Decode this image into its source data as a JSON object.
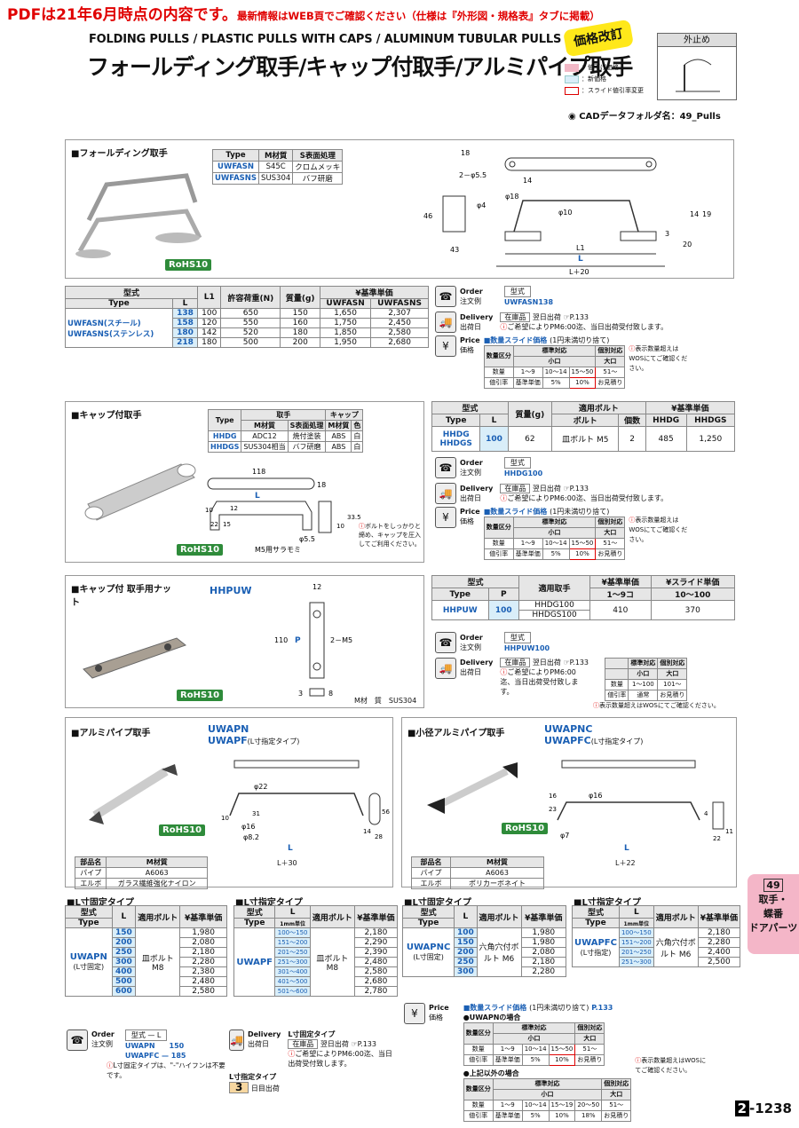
{
  "header": {
    "notice": "PDFは21年6月時点の内容です。",
    "notice_sub": "最新情報はWEB頁でご確認ください（仕様は『外形図・規格表』タブに掲載）",
    "en_title": "FOLDING PULLS / PLASTIC PULLS WITH CAPS / ALUMINUM TUBULAR PULLS",
    "jp_title": "フォールディング取手/キャップ付取手/アルミパイプ取手",
    "badge": "価格改訂",
    "legend": [
      "：値下げ価格",
      "：新価格",
      "：スライド値引率変更"
    ],
    "ext_label": "外止め",
    "cad": "CADデータフォルダ名：49_Pulls",
    "colors": {
      "red": "#e00000",
      "pink": "#f2b8c6",
      "blue": "#d9eef9",
      "green": "#2e8b3a"
    }
  },
  "s1": {
    "title": "■フォールディング取手",
    "rohs": "RoHS10",
    "mat": {
      "h": [
        "Type",
        "M材質",
        "S表面処理"
      ],
      "rows": [
        [
          "UWFASN",
          "S45C",
          "クロムメッキ"
        ],
        [
          "UWFASNS",
          "SUS304",
          "バフ研磨"
        ]
      ]
    },
    "dims": [
      "18",
      "2－φ5.5",
      "14",
      "φ4",
      "φ18",
      "φ10",
      "46",
      "14",
      "19",
      "43",
      "3",
      "20",
      "L1",
      "L",
      "L＋20"
    ],
    "tbl": {
      "h1": [
        "型式",
        "L1",
        "許容荷重(N)",
        "質量(g)",
        "¥基準単価"
      ],
      "h2": [
        "Type",
        "L",
        "UWFASN",
        "UWFASNS"
      ],
      "types": [
        "UWFASN(スチール)",
        "UWFASNS(ステンレス)"
      ],
      "rows": [
        [
          "138",
          "100",
          "650",
          "150",
          "1,650",
          "2,307"
        ],
        [
          "158",
          "120",
          "550",
          "160",
          "1,750",
          "2,450"
        ],
        [
          "180",
          "142",
          "520",
          "180",
          "1,850",
          "2,580"
        ],
        [
          "218",
          "180",
          "500",
          "200",
          "1,950",
          "2,680"
        ]
      ]
    },
    "order": {
      "label": "Order",
      "jp": "注文例",
      "h": "型式",
      "ex": "UWFASN138"
    },
    "delivery": {
      "label": "Delivery",
      "jp": "出荷日",
      "stock": "在庫品",
      "ship": "翌日出荷",
      "ref": "P.133",
      "note": "ご希望によりPM6:00迄、当日出荷受付致します。"
    },
    "price": {
      "label": "Price",
      "jp": "価格",
      "title": "■数量スライド価格",
      "title_note": "(1円未満切り捨て)",
      "h1": [
        "数量区分",
        "標準対応",
        "個別対応"
      ],
      "h2": [
        "小口",
        "大口"
      ],
      "qty_label": "数量",
      "qty": [
        "1～9",
        "10～14",
        "15～50",
        "51～"
      ],
      "rate_label": "値引率",
      "rate": [
        "基準単価",
        "5%",
        "10%",
        "お見積り"
      ],
      "note": "表示数量超えはWOSにてご確認ください。"
    }
  },
  "s2": {
    "title": "■キャップ付取手",
    "rohs": "RoHS10",
    "mat": {
      "h1": [
        "Type",
        "取手",
        "キャップ"
      ],
      "h2": [
        "M材質",
        "S表面処理",
        "M材質",
        "色"
      ],
      "rows": [
        [
          "HHDG",
          "ADC12",
          "焼付塗装",
          "ABS",
          "白"
        ],
        [
          "HHDGS",
          "SUS304相当",
          "バフ研磨",
          "ABS",
          "白"
        ]
      ]
    },
    "dims": [
      "118",
      "L",
      "18",
      "12",
      "10",
      "22",
      "15",
      "10",
      "33.5",
      "φ5.5",
      "M5用サラモミ"
    ],
    "note": "ボルトをしっかりと締め、キャップを圧入してご利用ください。",
    "tbl": {
      "h1": [
        "型式",
        "質量(g)",
        "適用ボルト",
        "¥基準単価"
      ],
      "h2": [
        "Type",
        "L",
        "ボルト",
        "個数",
        "HHDG",
        "HHDGS"
      ],
      "rows": [
        [
          "HHDG\nHHDGS",
          "100",
          "62",
          "皿ボルト M5",
          "2",
          "485",
          "1,250"
        ]
      ]
    },
    "order_ex": "HHDG100"
  },
  "s3": {
    "title": "■キャップ付 取手用ナット",
    "code": "HHPUW",
    "rohs": "RoHS10",
    "mat": "M材　質　SUS304",
    "dims": [
      "12",
      "P",
      "110",
      "2－M5",
      "3",
      "8"
    ],
    "tbl": {
      "h1": [
        "型式",
        "適用取手",
        "¥基準単価",
        "¥スライド単価"
      ],
      "h2": [
        "Type",
        "P",
        "1～9コ",
        "10～100"
      ],
      "row": [
        "HHPUW",
        "100",
        "HHDG100",
        "HHDGS100",
        "410",
        "370"
      ]
    },
    "order_ex": "HHPUW100",
    "ship": "翌日出荷",
    "ref": "P.133",
    "note": "ご希望によりPM6:00迄、当日出荷受付致します。",
    "qty": {
      "h1": [
        "標準対応",
        "個別対応"
      ],
      "h2": [
        "小口",
        "大口"
      ],
      "r1": [
        "数量",
        "1～100",
        "101～"
      ],
      "r2": [
        "値引率",
        "通常",
        "お見積り"
      ]
    },
    "qnote": "表示数量超えはWOSにてご確認ください。"
  },
  "s4": {
    "title": "■アルミパイプ取手",
    "code1": "UWAPN",
    "code2": "UWAPF",
    "code2_note": "(L寸指定タイプ)",
    "rohs": "RoHS10",
    "dims": [
      "φ22",
      "31",
      "10",
      "56",
      "14",
      "φ16",
      "φ8.2",
      "28",
      "L",
      "L＋30"
    ],
    "parts": {
      "h": [
        "部品名",
        "M材質"
      ],
      "rows": [
        [
          "パイプ",
          "A6063"
        ],
        [
          "エルボ",
          "ガラス繊維強化ナイロン"
        ]
      ]
    },
    "fixed": {
      "title": "■L寸固定タイプ",
      "h1": [
        "型式",
        "L",
        "適用ボルト",
        "¥基準単価"
      ],
      "h2": [
        "Type"
      ],
      "type": "UWAPN",
      "type_note": "(L寸固定)",
      "bolt": "皿ボルト M8",
      "rows": [
        [
          "150",
          "1,980"
        ],
        [
          "200",
          "2,080"
        ],
        [
          "250",
          "2,180"
        ],
        [
          "300",
          "2,280"
        ],
        [
          "400",
          "2,380"
        ],
        [
          "500",
          "2,480"
        ],
        [
          "600",
          "2,580"
        ]
      ]
    },
    "spec": {
      "title": "■L寸指定タイプ",
      "h1": [
        "型式",
        "L",
        "適用ボルト",
        "¥基準単価"
      ],
      "h2": [
        "Type",
        "1mm単位"
      ],
      "type": "UWAPF",
      "bolt": "皿ボルト M8",
      "rows": [
        [
          "100～150",
          "2,180"
        ],
        [
          "151～200",
          "2,290"
        ],
        [
          "201～250",
          "2,390"
        ],
        [
          "251～300",
          "2,480"
        ],
        [
          "301～400",
          "2,580"
        ],
        [
          "401～500",
          "2,680"
        ],
        [
          "501～600",
          "2,780"
        ]
      ]
    }
  },
  "s5": {
    "title": "■小径アルミパイプ取手",
    "code1": "UWAPNC",
    "code2": "UWAPFC",
    "code2_note": "(L寸指定タイプ)",
    "rohs": "RoHS10",
    "dims": [
      "16",
      "23",
      "φ16",
      "φ7",
      "11",
      "22",
      "L",
      "L＋22",
      "4"
    ],
    "parts": {
      "h": [
        "部品名",
        "M材質"
      ],
      "rows": [
        [
          "パイプ",
          "A6063"
        ],
        [
          "エルボ",
          "ポリカーボネイト"
        ]
      ]
    },
    "fixed": {
      "title": "■L寸固定タイプ",
      "type": "UWAPNC",
      "type_note": "(L寸固定)",
      "bolt": "六角穴付ボルト M6",
      "rows": [
        [
          "100",
          "1,980"
        ],
        [
          "150",
          "1,980"
        ],
        [
          "200",
          "2,080"
        ],
        [
          "250",
          "2,180"
        ],
        [
          "300",
          "2,280"
        ]
      ]
    },
    "spec": {
      "title": "■L寸指定タイプ",
      "type": "UWAPFC",
      "type_note": "(L寸指定)",
      "bolt": "六角穴付ボルト M6",
      "rows": [
        [
          "100～150",
          "2,180"
        ],
        [
          "151～200",
          "2,280"
        ],
        [
          "201～250",
          "2,400"
        ],
        [
          "251～300",
          "2,500"
        ]
      ]
    }
  },
  "bottom": {
    "order_h": "型式 — L",
    "order_rows": [
      "UWAPN　　150",
      "UWAPFC — 185"
    ],
    "order_note": "L寸固定タイプは、\"-\"ハイフンは不要です。",
    "delivery_fixed": "L寸固定タイプ",
    "stock": "在庫品",
    "ship": "翌日出荷",
    "ref": "P.133",
    "note": "ご希望によりPM6:00迄、当日出荷受付致します。",
    "delivery_spec": "L寸指定タイプ",
    "days": "3",
    "days_label": "日目出荷",
    "price_title": "■数量スライド価格",
    "price_note": "(1円未満切り捨て)",
    "case1": "●UWAPNの場合",
    "case1_qty": [
      "1～9",
      "10～14",
      "15～50",
      "51～"
    ],
    "case1_rate": [
      "基準単価",
      "5%",
      "10%",
      "お見積り"
    ],
    "case2": "●上記以外の場合",
    "case2_qty": [
      "1～9",
      "10～14",
      "15～19",
      "20～50",
      "51～"
    ],
    "case2_rate": [
      "基準単価",
      "5%",
      "10%",
      "18%",
      "お見積り"
    ],
    "wos": "表示数量超えはWOSにてご確認ください。"
  },
  "tab": {
    "num": "49",
    "l1": "取手・",
    "l2": "蝶番",
    "l3": "ドアパーツ"
  },
  "page": {
    "prefix": "2",
    "num": "-1238"
  }
}
